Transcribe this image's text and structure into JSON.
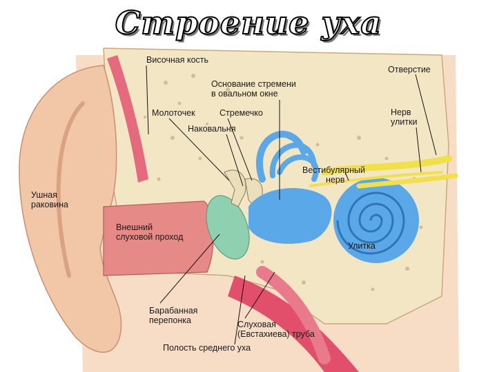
{
  "title": "Строение уха",
  "labels": {
    "temporal_bone": "Височная кость",
    "opening": "Отверстие",
    "stapes_base_1": "Основание стремени",
    "stapes_base_2": "в овальном окне",
    "malleus": "Молоточек",
    "stapes": "Стремечко",
    "incus": "Наковальня",
    "cochlear_nerve_1": "Нерв",
    "cochlear_nerve_2": "улитки",
    "vestibular_nerve_1": "Вестибулярный",
    "vestibular_nerve_2": "нерв",
    "auricle_1": "Ушная",
    "auricle_2": "раковина",
    "ear_canal_1": "Внешний",
    "ear_canal_2": "слуховой проход",
    "cochlea": "Улитка",
    "eardrum_1": "Барабанная",
    "eardrum_2": "перепонка",
    "eustachian_1": "Слуховая",
    "eustachian_2": "(Евстахиева) труба",
    "middle_ear": "Полость среднего уха"
  },
  "colors": {
    "bone": "#f3e6c4",
    "bone_pore": "#b89a73",
    "auricle": "#f2c7a8",
    "ear_canal": "#e58a86",
    "eardrum": "#8fd0b0",
    "inner_ear": "#5aa8e8",
    "nerve": "#f2e04a",
    "tissue": "#e24f6a"
  }
}
